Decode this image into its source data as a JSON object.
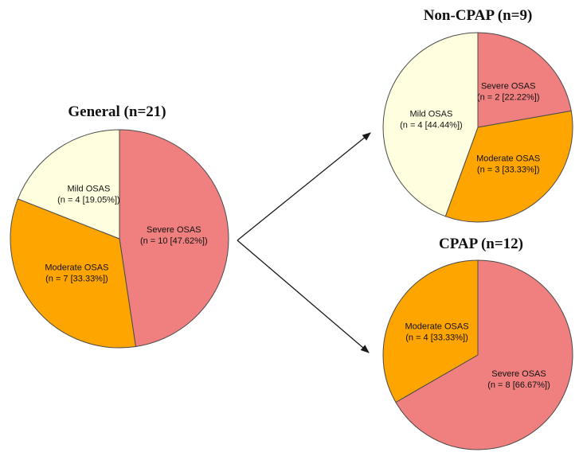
{
  "figure": {
    "background": "#ffffff",
    "arrow_color": "#1a1a1a",
    "slice_border_color": "#4a4a4a",
    "label_color": "#111111"
  },
  "arrows": [
    {
      "from": "General (n=21)",
      "to": "Non-CPAP (n=9)"
    },
    {
      "from": "General (n=21)",
      "to": "CPAP (n=12)"
    }
  ],
  "chart_data": [
    {
      "type": "pie",
      "title": "General (n=21)",
      "n_total": 21,
      "start_angle_deg": 0,
      "direction": "clockwise",
      "categories": [
        "Severe OSAS",
        "Moderate OSAS",
        "Mild OSAS"
      ],
      "values": [
        10,
        7,
        4
      ],
      "slices": [
        {
          "name": "Severe OSAS",
          "value": 10,
          "percent": 47.62,
          "color": "#F08080",
          "label_line1": "Severe OSAS",
          "label_line2": "(n = 10 [47.62%])"
        },
        {
          "name": "Moderate OSAS",
          "value": 7,
          "percent": 33.33,
          "color": "#FFA500",
          "label_line1": "Moderate OSAS",
          "label_line2": "(n = 7 [33.33%])"
        },
        {
          "name": "Mild OSAS",
          "value": 4,
          "percent": 19.05,
          "color": "#FFFFDF",
          "label_line1": "Mild OSAS",
          "label_line2": "(n = 4 [19.05%])"
        }
      ]
    },
    {
      "type": "pie",
      "title": "Non-CPAP (n=9)",
      "n_total": 9,
      "start_angle_deg": 0,
      "direction": "clockwise",
      "categories": [
        "Severe OSAS",
        "Moderate OSAS",
        "Mild OSAS"
      ],
      "values": [
        2,
        3,
        4
      ],
      "slices": [
        {
          "name": "Severe OSAS",
          "value": 2,
          "percent": 22.22,
          "color": "#F08080",
          "label_line1": "Severe OSAS",
          "label_line2": "(n = 2 [22.22%])"
        },
        {
          "name": "Moderate OSAS",
          "value": 3,
          "percent": 33.33,
          "color": "#FFA500",
          "label_line1": "Moderate OSAS",
          "label_line2": "(n = 3 [33.33%])"
        },
        {
          "name": "Mild OSAS",
          "value": 4,
          "percent": 44.44,
          "color": "#FFFFDF",
          "label_line1": "Mild OSAS",
          "label_line2": "(n = 4 [44.44%])"
        }
      ]
    },
    {
      "type": "pie",
      "title": "CPAP (n=12)",
      "n_total": 12,
      "start_angle_deg": 0,
      "direction": "clockwise",
      "categories": [
        "Severe OSAS",
        "Moderate OSAS"
      ],
      "values": [
        8,
        4
      ],
      "slices": [
        {
          "name": "Severe OSAS",
          "value": 8,
          "percent": 66.67,
          "color": "#F08080",
          "label_line1": "Severe OSAS",
          "label_line2": "(n = 8 [66.67%])"
        },
        {
          "name": "Moderate OSAS",
          "value": 4,
          "percent": 33.33,
          "color": "#FFA500",
          "label_line1": "Moderate OSAS",
          "label_line2": "(n = 4 [33.33%])"
        }
      ]
    }
  ]
}
